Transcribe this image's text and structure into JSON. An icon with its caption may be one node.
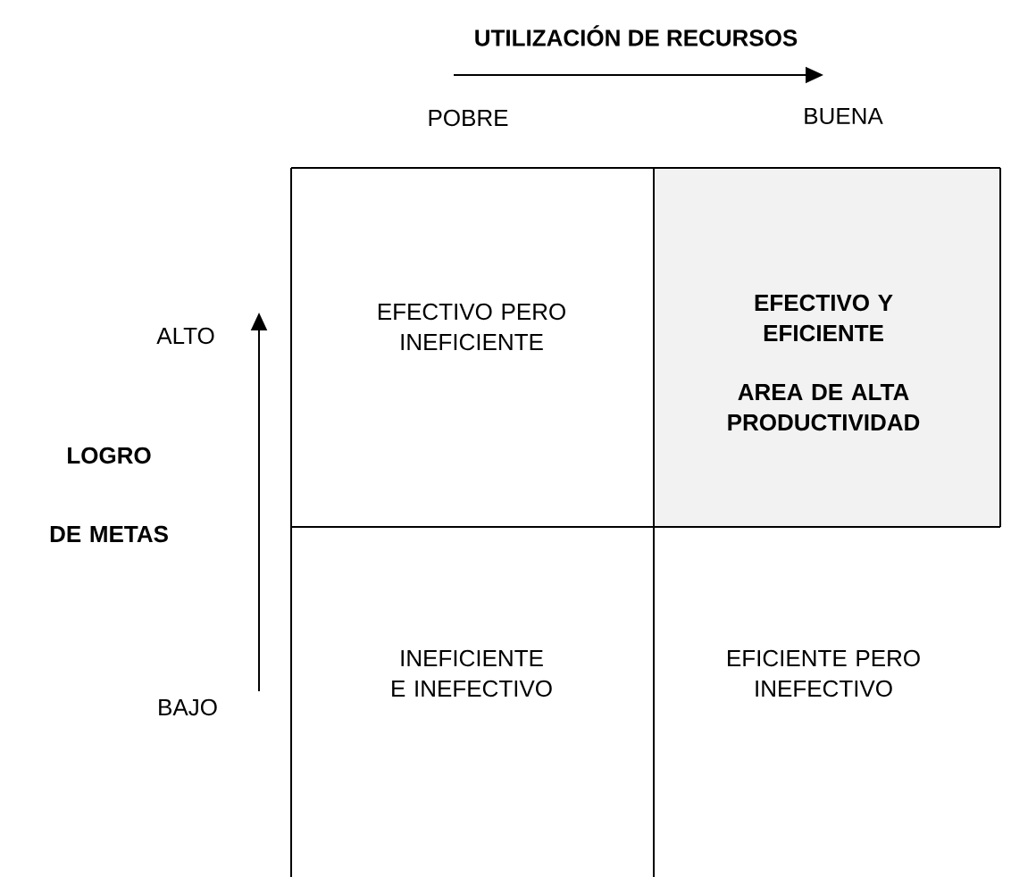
{
  "diagram": {
    "nodes": [
      {
        "text": [
          "EFECTIVO PERO INEFICIENTE"
        ]
      },
      {
        "text": [
          "EFECTIVO Y EFICIENTE",
          "AREA DE ALTA PRODUCTIVIDAD"
        ]
      },
      {
        "text": [
          "INEFICIENTE E INEFECTIVO"
        ]
      },
      {
        "text": [
          "EFICIENTE PERO INEFECTIVO"
        ]
      }
    ],
    "labels": [
      "UTILIZACIÓN DE RECURSOS",
      "POBRE",
      "BUENA",
      "ALTO",
      "LOGRO DE METAS",
      "BAJO"
    ]
  }
}
